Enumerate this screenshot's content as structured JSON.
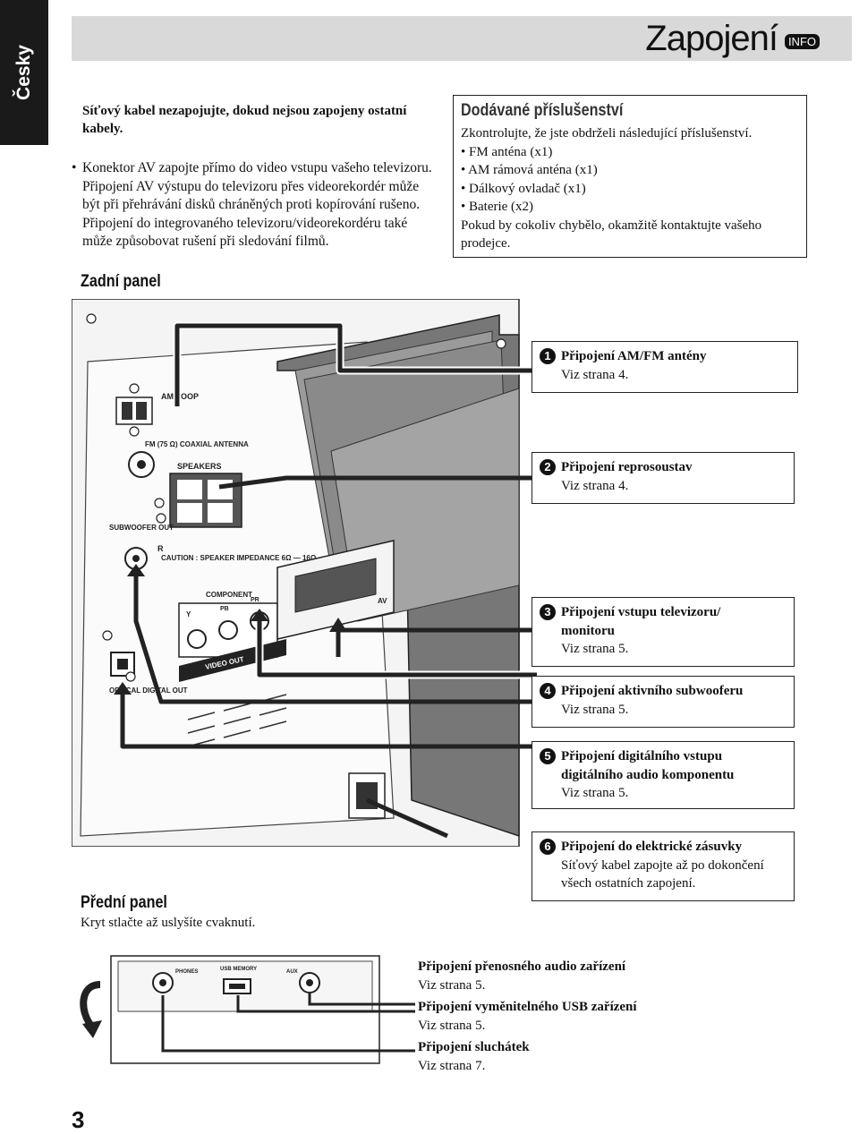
{
  "language_tab": "Česky",
  "header": {
    "title": "Zapojení",
    "badge": "INFO"
  },
  "warning": "Síťový kabel nezapojujte, dokud nejsou zapojeny ostatní kabely.",
  "av_note": "Konektor AV zapojte přímo do video vstupu vašeho televizoru. Připojení AV výstupu do televizoru přes videorekordér může být při přehrávání disků chráněných proti kopírování rušeno. Připojení do integrovaného televizoru/videorekordéru také může způsobovat rušení při sledování filmů.",
  "rear_panel_heading": "Zadní panel",
  "accessories": {
    "heading": "Dodávané příslušenství",
    "intro": "Zkontrolujte, že jste obdrželi následující příslušenství.",
    "items": [
      "• FM anténa (x1)",
      "• AM rámová anténa (x1)",
      "• Dálkový ovladač (x1)",
      "• Baterie (x2)"
    ],
    "outro": "Pokud by cokoliv chybělo, okamžitě kontaktujte vašeho prodejce."
  },
  "connections": [
    {
      "num": "1",
      "title": "Připojení AM/FM antény",
      "line2": "",
      "sub": "Viz strana 4."
    },
    {
      "num": "2",
      "title": "Připojení reprosoustav",
      "line2": "",
      "sub": "Viz strana 4."
    },
    {
      "num": "3",
      "title": "Připojení vstupu televizoru/",
      "line2": "monitoru",
      "sub": "Viz strana 5."
    },
    {
      "num": "4",
      "title": "Připojení aktivního subwooferu",
      "line2": "",
      "sub": "Viz strana 5."
    },
    {
      "num": "5",
      "title": "Připojení digitálního vstupu",
      "line2": "digitálního audio komponentu",
      "sub": "Viz strana 5."
    },
    {
      "num": "6",
      "title": "Připojení do elektrické zásuvky",
      "line2": "",
      "sub": "Síťový kabel zapojte až po dokončení všech ostatních zapojení."
    }
  ],
  "front_panel": {
    "heading": "Přední panel",
    "note": "Kryt stlačte až uslyšíte cvaknutí.",
    "items": [
      {
        "title": "Připojení přenosného audio zařízení",
        "sub": "Viz strana 5."
      },
      {
        "title": "Připojení vyměnitelného USB zařízení",
        "sub": "Viz strana 5."
      },
      {
        "title": "Připojení sluchátek",
        "sub": "Viz strana 7."
      }
    ],
    "labels": {
      "phones": "PHONES",
      "usb": "USB MEMORY",
      "aux": "AUX"
    }
  },
  "diagram_labels": {
    "am_loop": "AM LOOP",
    "fm": "FM (75 Ω) COAXIAL ANTENNA",
    "speakers": "SPEAKERS",
    "subwoofer": "SUBWOOFER OUT",
    "caution": "CAUTION : SPEAKER IMPEDANCE 6Ω — 16Ω",
    "component": "COMPONENT",
    "y": "Y",
    "pb": "PB",
    "pr": "PR",
    "video_out": "VIDEO OUT",
    "av": "AV",
    "optical": "OPTICAL DIGITAL OUT",
    "r": "R"
  },
  "page_number": "3"
}
